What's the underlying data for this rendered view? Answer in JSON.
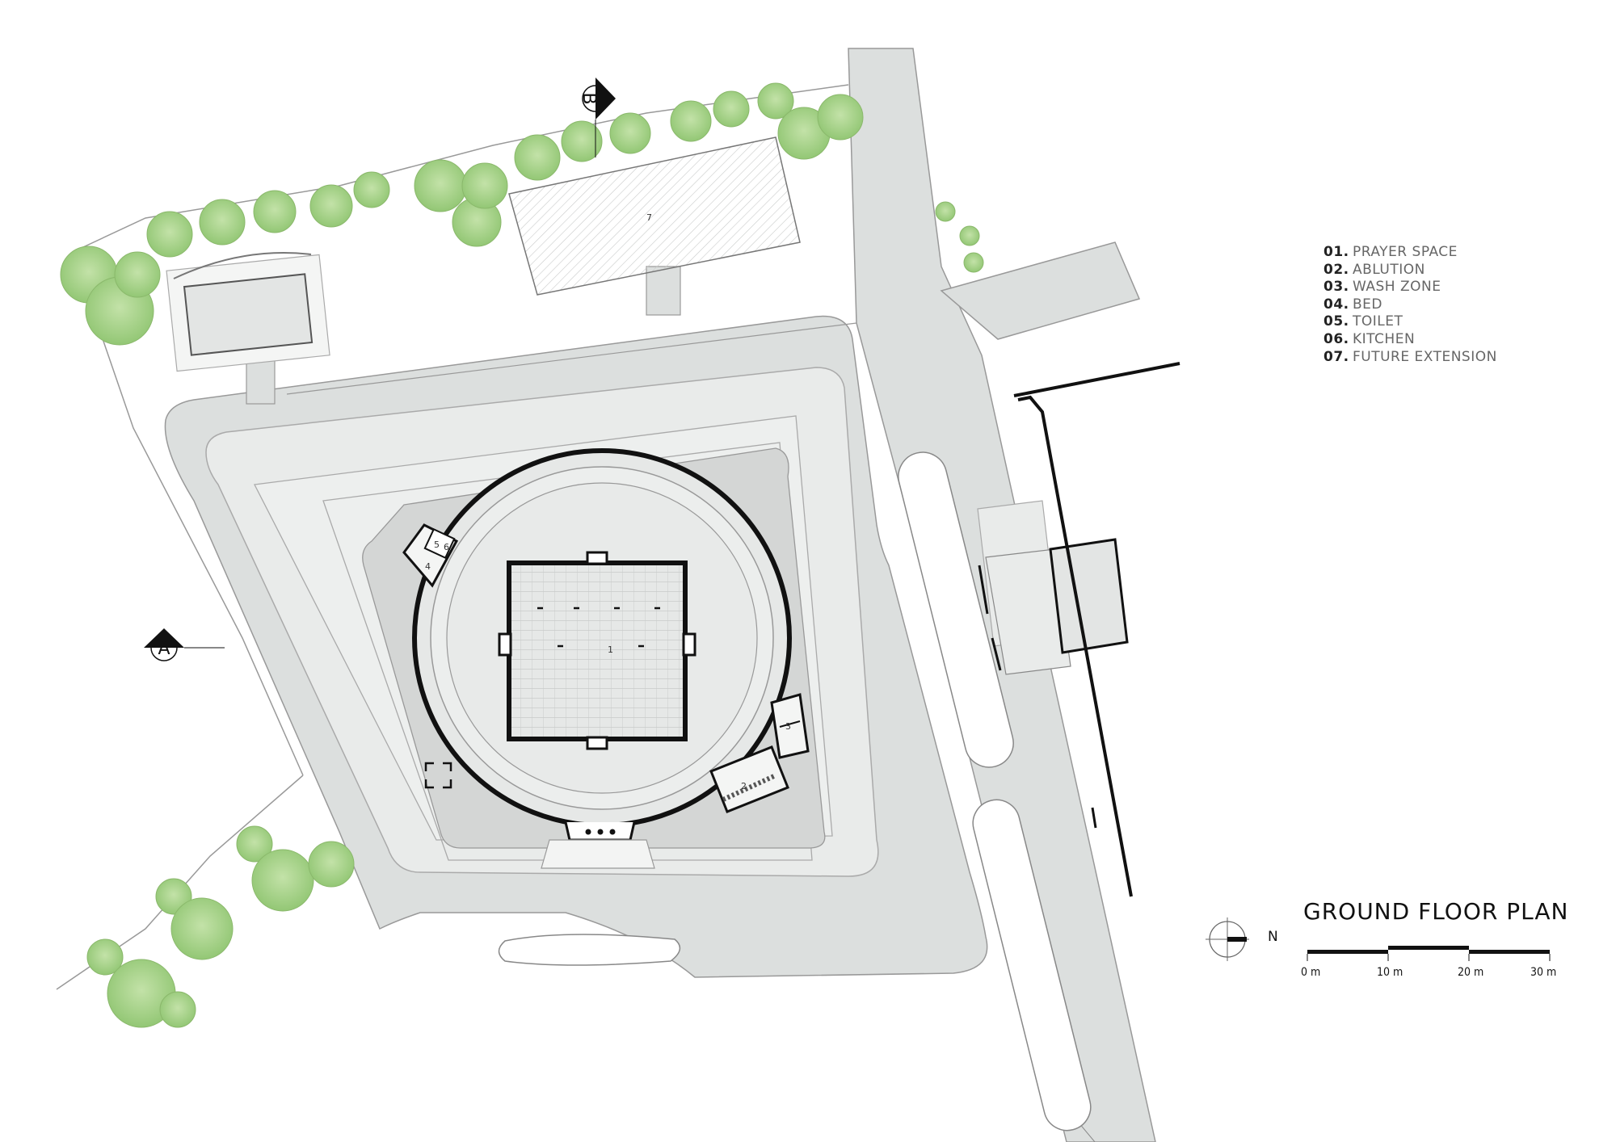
{
  "legend": {
    "items": [
      {
        "num": "01.",
        "label": "PRAYER SPACE"
      },
      {
        "num": "02.",
        "label": "ABLUTION"
      },
      {
        "num": "03.",
        "label": "WASH ZONE"
      },
      {
        "num": "04.",
        "label": "BED"
      },
      {
        "num": "05.",
        "label": "TOILET"
      },
      {
        "num": "06.",
        "label": "KITCHEN"
      },
      {
        "num": "07.",
        "label": "FUTURE EXTENSION"
      }
    ]
  },
  "title": "GROUND FLOOR PLAN",
  "north_label": "N",
  "scale_bar": {
    "labels": [
      "0 m",
      "10 m",
      "20 m",
      "30 m"
    ]
  },
  "section_markers": {
    "a": "A",
    "b": "B"
  },
  "room_labels": {
    "prayer": "1",
    "ablution": "2",
    "wash": "3",
    "bed": "4",
    "toilet": "5",
    "kitchen": "6",
    "extension": "7"
  },
  "colors": {
    "road": "#dcdfde",
    "plaza": "#e9ebea",
    "paving": "#d4d6d5",
    "wall": "#1a1a1a",
    "tree": "#a9d48a",
    "tree_dark": "#8cc06a"
  }
}
